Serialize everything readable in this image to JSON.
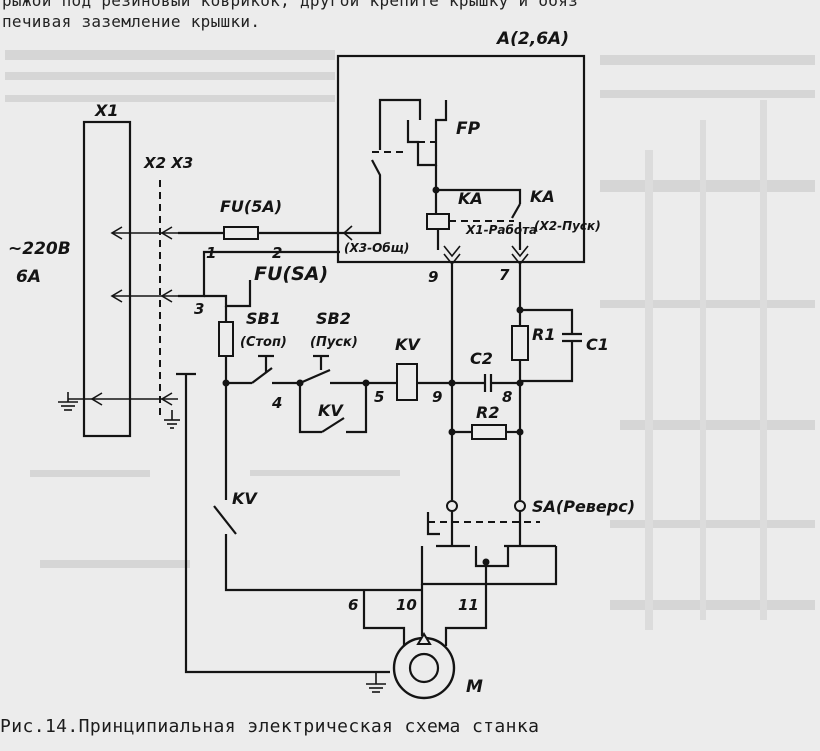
{
  "page_text": {
    "top_line_1": "рыжой под резиновый коврикок, другой крепите крышку и обяз",
    "top_line_2": "печивая заземление крышки.",
    "caption": "Рис.14.Принципиальная электрическая схема станка"
  },
  "labels": {
    "block_a": "A(2,6A)",
    "x1": "X1",
    "x2x3": "X2 X3",
    "supply_voltage": "~220B",
    "supply_current": "6A",
    "fu5a": "FU(5A)",
    "fusa": "FU(SA)",
    "fp": "FP",
    "ka_coil": "KA",
    "ka_contact": "KA",
    "x3_common": "(X3-Общ)",
    "x1_work": "X1-Работа",
    "x2_start": "(X2-Пуск)",
    "sb1": "SB1",
    "sb1_role": "(Стоп)",
    "sb2": "SB2",
    "sb2_role": "(Пуск)",
    "kv_coil": "KV",
    "kv_holding": "KV",
    "kv_motor": "KV",
    "c2": "C2",
    "r1": "R1",
    "c1": "C1",
    "r2": "R2",
    "sa_reverse": "SA(Реверс)",
    "motor": "M",
    "node_1": "1",
    "node_2": "2",
    "node_3": "3",
    "node_4": "4",
    "node_5": "5",
    "node_6": "6",
    "node_7": "7",
    "node_8": "8",
    "node_9_upper": "9",
    "node_9_lower": "9",
    "node_10": "10",
    "node_11": "11"
  }
}
